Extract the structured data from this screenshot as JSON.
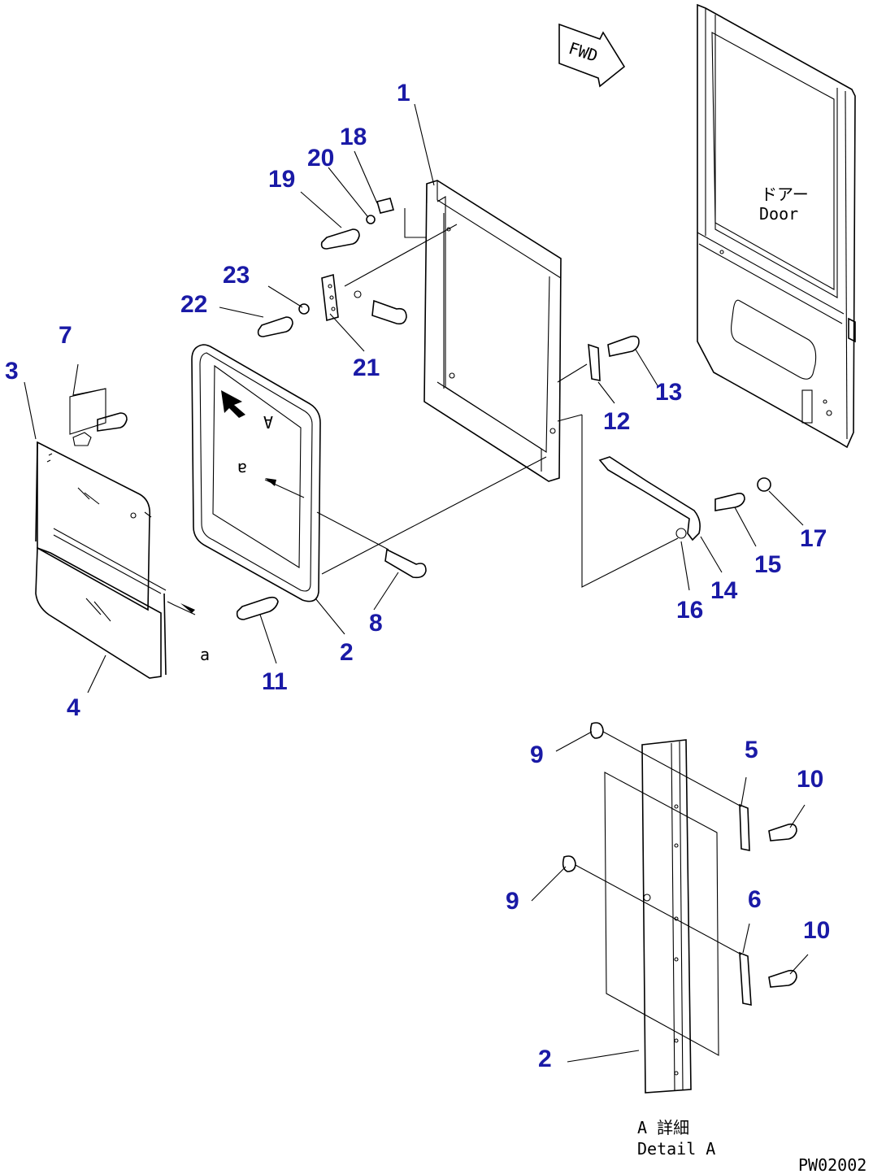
{
  "diagram": {
    "fwd_label": "FWD",
    "door_label_jp": "ドアー",
    "door_label_en": "Door",
    "view_arrow_label": "A",
    "section_label": "a",
    "detail_label_jp": "A 詳細",
    "detail_label_en": "Detail A",
    "drawing_code": "PW02002",
    "callouts": [
      {
        "id": "c1",
        "label": "1"
      },
      {
        "id": "c2",
        "label": "2"
      },
      {
        "id": "c3",
        "label": "3"
      },
      {
        "id": "c4",
        "label": "4"
      },
      {
        "id": "c7",
        "label": "7"
      },
      {
        "id": "c8",
        "label": "8"
      },
      {
        "id": "c11",
        "label": "11"
      },
      {
        "id": "c12",
        "label": "12"
      },
      {
        "id": "c13",
        "label": "13"
      },
      {
        "id": "c14",
        "label": "14"
      },
      {
        "id": "c15",
        "label": "15"
      },
      {
        "id": "c16",
        "label": "16"
      },
      {
        "id": "c17",
        "label": "17"
      },
      {
        "id": "c18",
        "label": "18"
      },
      {
        "id": "c19",
        "label": "19"
      },
      {
        "id": "c20",
        "label": "20"
      },
      {
        "id": "c21",
        "label": "21"
      },
      {
        "id": "c22",
        "label": "22"
      },
      {
        "id": "c23",
        "label": "23"
      },
      {
        "id": "d9a",
        "label": "9"
      },
      {
        "id": "d5",
        "label": "5"
      },
      {
        "id": "d10a",
        "label": "10"
      },
      {
        "id": "d9b",
        "label": "9"
      },
      {
        "id": "d6",
        "label": "6"
      },
      {
        "id": "d10b",
        "label": "10"
      },
      {
        "id": "d2",
        "label": "2"
      }
    ]
  }
}
